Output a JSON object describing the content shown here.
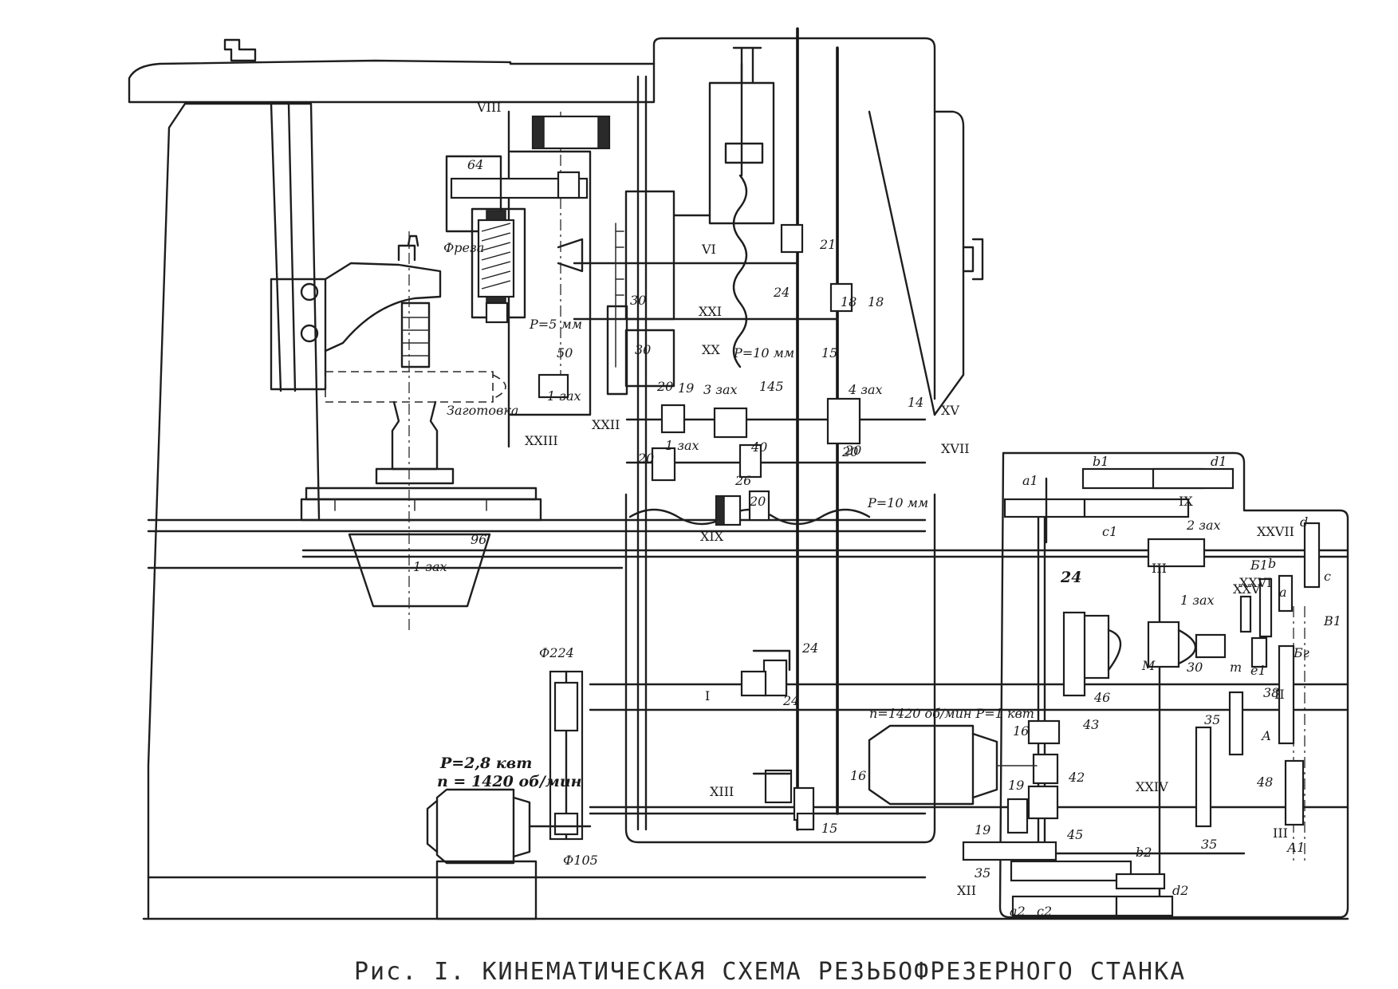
{
  "caption": "Рис. I. КИНЕМАТИЧЕСКАЯ СХЕМА РЕЗЬБОФРЕЗЕРНОГО СТАНКА",
  "motor": {
    "power": "P=2,8 квт",
    "speed": "n = 1420 об/мин"
  },
  "motor2": {
    "spec": "n=1420 об/мин P=1 квт"
  },
  "pulley_labels": [
    "Ф224",
    "Ф105"
  ],
  "part_labels": {
    "cutter": "Фреза",
    "workpiece": "Заготовка"
  },
  "pitch_labels": [
    "P=10 мм",
    "P=10 мм",
    "P=5 мм"
  ],
  "shafts": [
    "I",
    "II",
    "III",
    "VI",
    "VIII",
    "IX",
    "XII",
    "XIII",
    "XV",
    "XVII",
    "XIX",
    "XX",
    "XXI",
    "XXII",
    "XXIII",
    "XXIV",
    "XXV",
    "XXVI",
    "XXVII",
    "III"
  ],
  "gear_numbers": [
    "64",
    "18",
    "30",
    "30",
    "50",
    "20",
    "19",
    "20",
    "145",
    "40",
    "20",
    "26",
    "20",
    "21",
    "24",
    "18",
    "15",
    "14",
    "20",
    "96",
    "24",
    "24",
    "24",
    "16",
    "15",
    "19",
    "19",
    "35",
    "45",
    "46",
    "43",
    "16",
    "42",
    "30",
    "48",
    "35",
    "35",
    "38"
  ],
  "start_labels": [
    "1 зах",
    "1 зах",
    "1 зах",
    "3 зах",
    "4 зах",
    "2 зах",
    "1 зах"
  ],
  "change_gear_labels": [
    "a1",
    "b1",
    "c1",
    "d1",
    "a2",
    "b2",
    "c2",
    "d2",
    "a",
    "b",
    "c",
    "d",
    "Б1",
    "Бг",
    "В1",
    "А",
    "А1",
    "М",
    "m",
    "e1"
  ]
}
